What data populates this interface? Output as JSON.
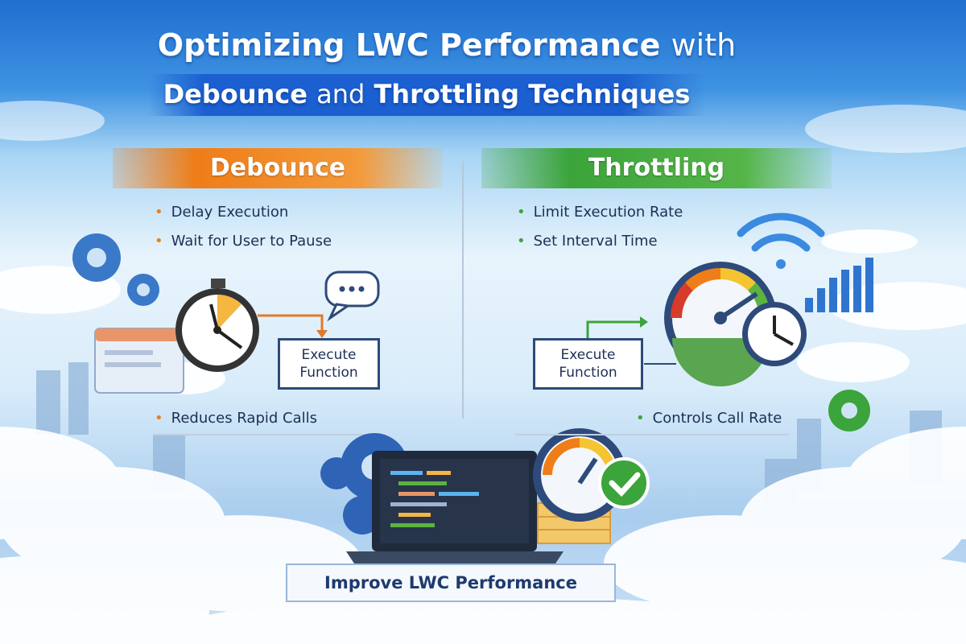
{
  "title": {
    "line1_bold": "Optimizing LWC Performance",
    "line1_light": "with",
    "line2_bold_a": "Debounce",
    "line2_light": "and",
    "line2_bold_b": "Throttling Techniques"
  },
  "debounce": {
    "heading": "Debounce",
    "bullets": [
      "Delay Execution",
      "Wait for User to Pause"
    ],
    "box": [
      "Execute",
      "Function"
    ],
    "footer": "Reduces Rapid Calls",
    "color": "#ef7d18"
  },
  "throttling": {
    "heading": "Throttling",
    "bullets": [
      "Limit Execution Rate",
      "Set Interval Time"
    ],
    "box": [
      "Execute",
      "Function"
    ],
    "footer": "Controls Call Rate",
    "color": "#3ba43a"
  },
  "footer_banner": "Improve LWC Performance",
  "icons": [
    "stopwatch-icon",
    "speech-bubble-icon",
    "gear-icon",
    "gauge-icon",
    "clock-icon",
    "wifi-icon",
    "bar-chart-icon",
    "laptop-icon",
    "checkmark-icon",
    "browser-window-icon"
  ]
}
